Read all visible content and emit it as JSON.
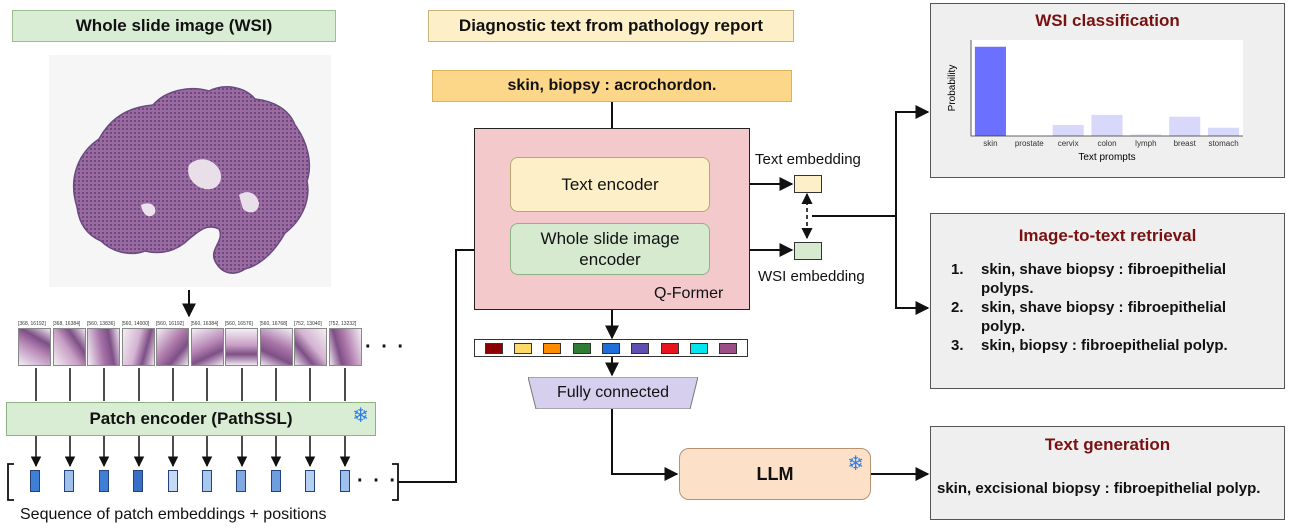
{
  "labels": {
    "wsi_header": "Whole slide image (WSI)",
    "diag_header": "Diagnostic text from pathology report",
    "input_text": "skin, biopsy : acrochordon.",
    "qformer": "Q-Former",
    "text_encoder": "Text encoder",
    "wsi_encoder_line1": "Whole slide image",
    "wsi_encoder_line2": "encoder",
    "text_embedding": "Text embedding",
    "wsi_embedding": "WSI embedding",
    "fully_connected": "Fully connected",
    "llm": "LLM",
    "patch_encoder": "Patch encoder (PathSSL)",
    "sequence_caption": "Sequence of patch embeddings + positions",
    "ellipsis": "· · ·"
  },
  "patch_coords": [
    "[368, 16192]",
    "[368, 16384]",
    "[560, 13836]",
    "[560, 14000]",
    "[560, 16192]",
    "[560, 16384]",
    "[560, 16576]",
    "[560, 16768]",
    "[752, 13040]",
    "[752, 13232]"
  ],
  "query_colors": [
    "#8b0000",
    "#ffd966",
    "#ff8c00",
    "#2e7d32",
    "#1e6fd9",
    "#5e4fb3",
    "#e8141d",
    "#00e5ee",
    "#9c4f86"
  ],
  "snowflake": "❄",
  "classification": {
    "title": "WSI classification",
    "chart_data": {
      "type": "bar",
      "categories": [
        "skin",
        "prostate",
        "cervix",
        "colon",
        "lymph",
        "breast",
        "stomach"
      ],
      "values": [
        0.97,
        0.0,
        0.12,
        0.23,
        0.02,
        0.21,
        0.09
      ],
      "xlabel": "Text prompts",
      "ylabel": "Probability",
      "ylim": [
        0,
        1
      ],
      "colors": [
        "#6b70ff",
        "#ececfb",
        "#d8d9fa",
        "#d8d9fa",
        "#ececfb",
        "#d8d9fa",
        "#d8d9fa"
      ]
    }
  },
  "retrieval": {
    "title": "Image-to-text retrieval",
    "items": [
      {
        "num": "1.",
        "text": "skin, shave biopsy : fibroepithelial polyps."
      },
      {
        "num": "2.",
        "text": "skin, shave biopsy : fibroepithelial polyp."
      },
      {
        "num": "3.",
        "text": "skin, biopsy : fibroepithelial polyp."
      }
    ]
  },
  "generation": {
    "title": "Text generation",
    "text": "skin, excisional biopsy : fibroepithelial polyp."
  },
  "colors": {
    "title_red": "#7a1111",
    "qformer_fill": "#f4c9cc",
    "snowflake": "#2b7de9"
  }
}
